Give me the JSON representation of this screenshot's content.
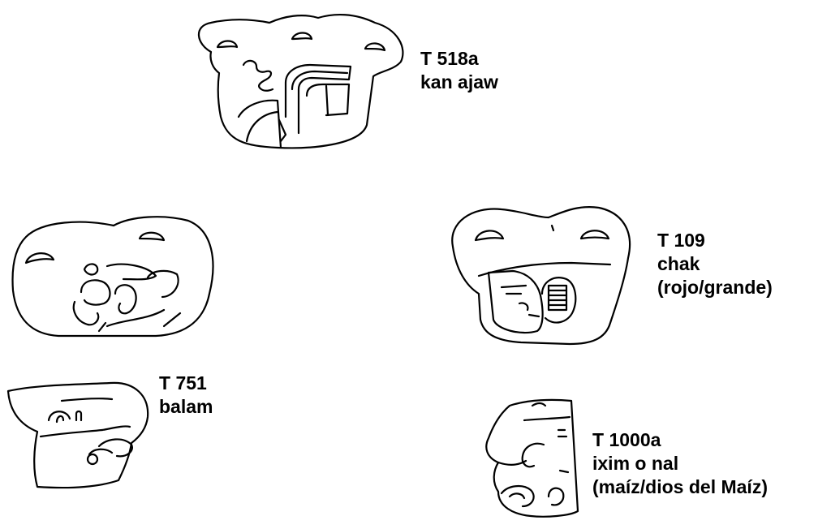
{
  "glyphs": [
    {
      "code": "T 518a",
      "lines": [
        "kan ajaw"
      ]
    },
    {
      "code": "T 109",
      "lines": [
        "chak",
        "(rojo/grande)"
      ]
    },
    {
      "code": "T 751",
      "lines": [
        "balam"
      ]
    },
    {
      "code": "T 1000a",
      "lines": [
        "ixim o nal",
        "(maíz/dios del Maíz)"
      ]
    }
  ]
}
